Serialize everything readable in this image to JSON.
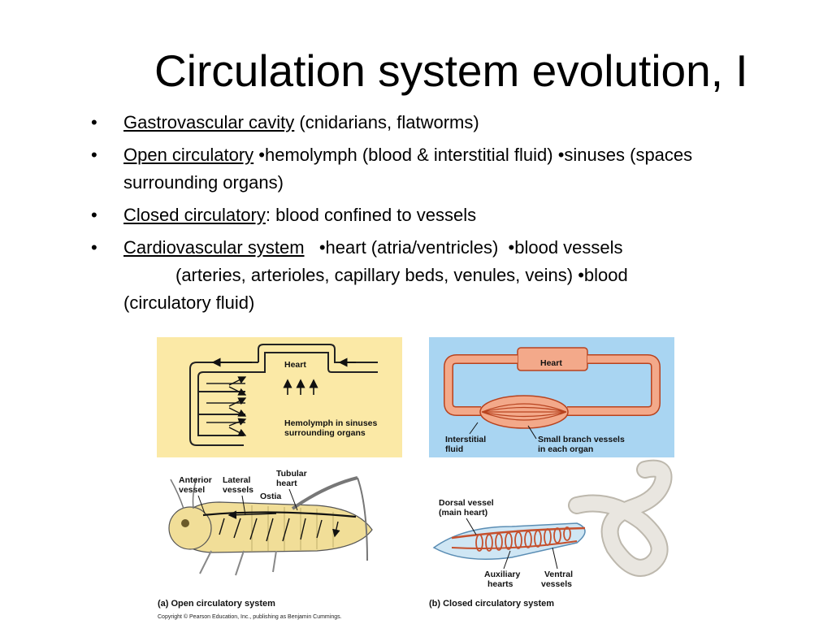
{
  "title": "Circulation system evolution, I",
  "bullets": [
    {
      "term": "Gastrovascular cavity",
      "rest": " (cnidarians, flatworms)"
    },
    {
      "term": "Open circulatory",
      "rest": " •hemolymph (blood & interstitial fluid) •sinuses (spaces surrounding organs)"
    },
    {
      "term": "Closed circulatory",
      "rest": ": blood confined to vessels"
    },
    {
      "term": "Cardiovascular system",
      "rest_line1": "   •heart (atria/ventricles)  •blood vessels",
      "rest_line2": "(arteries, arterioles, capillary beds, venules, veins) •blood",
      "rest_line3": "(circulatory fluid)"
    }
  ],
  "figure": {
    "open_heart": "Heart",
    "open_sinus_l1": "Hemolymph in sinuses",
    "open_sinus_l2": "surrounding organs",
    "closed_heart": "Heart",
    "closed_fluid_l1": "Interstitial",
    "closed_fluid_l2": "fluid",
    "closed_branch_l1": "Small branch vessels",
    "closed_branch_l2": "in each organ",
    "grasshopper": {
      "anterior_l1": "Anterior",
      "anterior_l2": "vessel",
      "lateral_l1": "Lateral",
      "lateral_l2": "vessels",
      "tubular_l1": "Tubular",
      "tubular_l2": "heart",
      "ostia": "Ostia"
    },
    "earthworm": {
      "dorsal_l1": "Dorsal vessel",
      "dorsal_l2": "(main heart)",
      "aux_l1": "Auxiliary",
      "aux_l2": "hearts",
      "ventral_l1": "Ventral",
      "ventral_l2": "vessels"
    },
    "caption_a": "(a) Open circulatory system",
    "caption_b": "(b) Closed circulatory system",
    "copyright": "Copyright © Pearson Education, Inc., publishing as Benjamin Cummings."
  },
  "colors": {
    "open_panel_bg": "#fbe9a6",
    "closed_panel_bg": "#a9d5f2",
    "vessel": "#f3a98a",
    "vessel_stroke": "#b8431f",
    "insect_body": "#f1de98",
    "worm_body": "#e9e6e0"
  }
}
